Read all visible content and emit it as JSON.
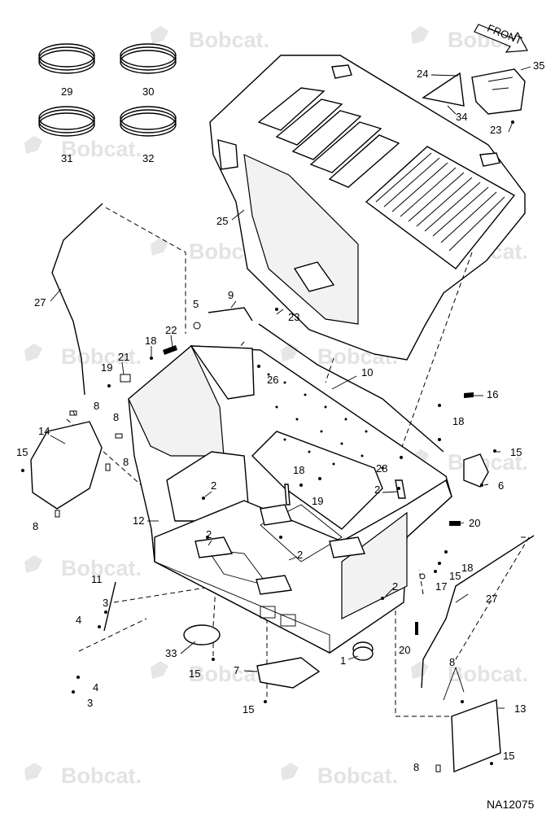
{
  "diagram": {
    "figure_id": "NA12075",
    "watermark_text": "Bobcat.",
    "front_label": "FRONT",
    "callouts": [
      {
        "id": "c29",
        "text": "29"
      },
      {
        "id": "c30",
        "text": "30"
      },
      {
        "id": "c31",
        "text": "31"
      },
      {
        "id": "c32",
        "text": "32"
      },
      {
        "id": "c24",
        "text": "24"
      },
      {
        "id": "c35",
        "text": "35"
      },
      {
        "id": "c34",
        "text": "34"
      },
      {
        "id": "c23a",
        "text": "23"
      },
      {
        "id": "c25",
        "text": "25"
      },
      {
        "id": "c27a",
        "text": "27"
      },
      {
        "id": "c9",
        "text": "9"
      },
      {
        "id": "c5",
        "text": "5"
      },
      {
        "id": "c23b",
        "text": "23"
      },
      {
        "id": "c22",
        "text": "22"
      },
      {
        "id": "c18a",
        "text": "18"
      },
      {
        "id": "c21",
        "text": "21"
      },
      {
        "id": "c19a",
        "text": "19"
      },
      {
        "id": "c26",
        "text": "26"
      },
      {
        "id": "c10",
        "text": "10"
      },
      {
        "id": "c16",
        "text": "16"
      },
      {
        "id": "c18b",
        "text": "18"
      },
      {
        "id": "c8a",
        "text": "8"
      },
      {
        "id": "c14",
        "text": "14"
      },
      {
        "id": "c8b",
        "text": "8"
      },
      {
        "id": "c15a",
        "text": "15"
      },
      {
        "id": "c8c",
        "text": "8"
      },
      {
        "id": "c8d",
        "text": "8"
      },
      {
        "id": "c28",
        "text": "28"
      },
      {
        "id": "c15b",
        "text": "15"
      },
      {
        "id": "c18c",
        "text": "18"
      },
      {
        "id": "c6",
        "text": "6"
      },
      {
        "id": "c2a",
        "text": "2"
      },
      {
        "id": "c19b",
        "text": "19"
      },
      {
        "id": "c2b",
        "text": "2"
      },
      {
        "id": "c12",
        "text": "12"
      },
      {
        "id": "c20a",
        "text": "20"
      },
      {
        "id": "c2c",
        "text": "2"
      },
      {
        "id": "c2d",
        "text": "2"
      },
      {
        "id": "c18d",
        "text": "18"
      },
      {
        "id": "c15c",
        "text": "15"
      },
      {
        "id": "c11",
        "text": "11"
      },
      {
        "id": "c17",
        "text": "17"
      },
      {
        "id": "c27b",
        "text": "27"
      },
      {
        "id": "c2e",
        "text": "2"
      },
      {
        "id": "c3a",
        "text": "3"
      },
      {
        "id": "c4a",
        "text": "4"
      },
      {
        "id": "c20b",
        "text": "20"
      },
      {
        "id": "c33",
        "text": "33"
      },
      {
        "id": "c1",
        "text": "1"
      },
      {
        "id": "c15d",
        "text": "15"
      },
      {
        "id": "c7",
        "text": "7"
      },
      {
        "id": "c4b",
        "text": "4"
      },
      {
        "id": "c3b",
        "text": "3"
      },
      {
        "id": "c15e",
        "text": "15"
      },
      {
        "id": "c8e",
        "text": "8"
      },
      {
        "id": "c13",
        "text": "13"
      },
      {
        "id": "c8f",
        "text": "8"
      },
      {
        "id": "c15f",
        "text": "15"
      }
    ]
  }
}
